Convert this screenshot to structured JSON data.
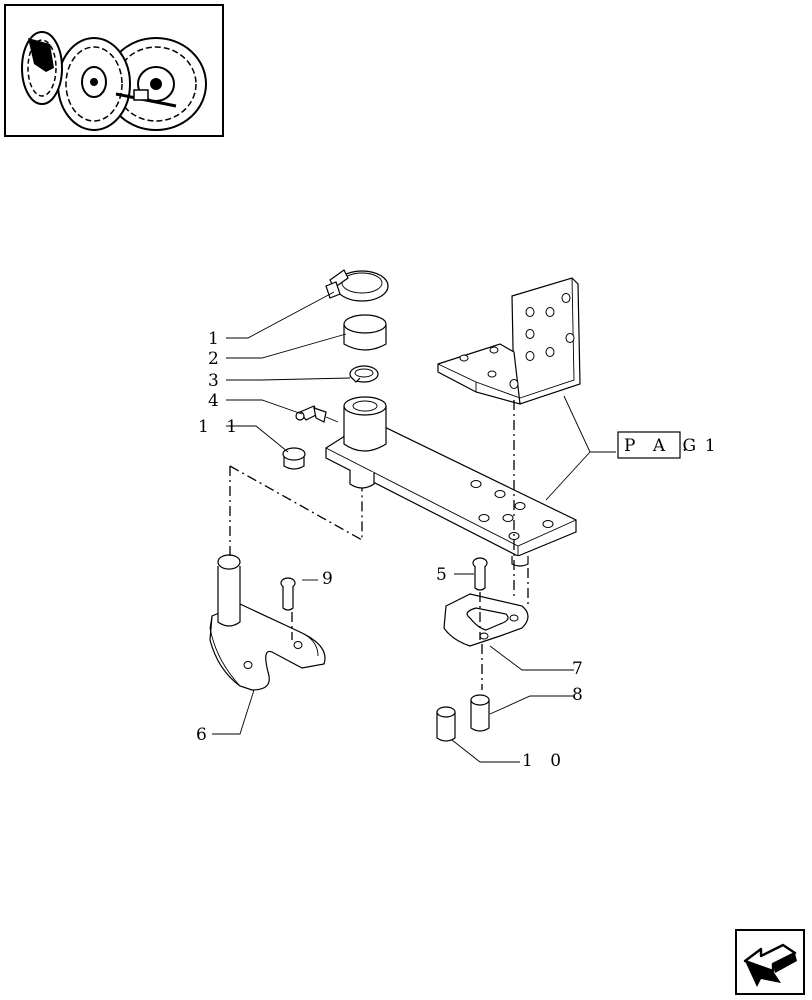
{
  "thumbnail": {
    "icon": "tractor-wheels-icon"
  },
  "callouts": {
    "c1": "1",
    "c2": "2",
    "c3": "3",
    "c4": "4",
    "c5": "5",
    "c6": "6",
    "c7": "7",
    "c8": "8",
    "c9": "9",
    "c10": "1 0",
    "c11": "1 1"
  },
  "reference": {
    "box_text": "P A G",
    "suffix": ". 1"
  },
  "navigation": {
    "icon": "next-page-arrow-icon"
  }
}
